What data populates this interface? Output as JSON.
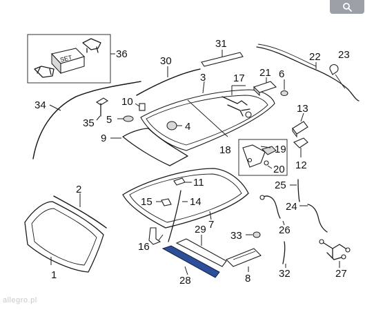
{
  "callouts": {
    "c1": "1",
    "c2": "2",
    "c3": "3",
    "c4": "4",
    "c5": "5",
    "c6": "6",
    "c7": "7",
    "c8": "8",
    "c9": "9",
    "c10": "10",
    "c11": "11",
    "c12": "12",
    "c13": "13",
    "c14": "14",
    "c15": "15",
    "c16": "16",
    "c17": "17",
    "c18": "18",
    "c19": "19",
    "c20": "20",
    "c21": "21",
    "c22": "22",
    "c23": "23",
    "c24": "24",
    "c25": "25",
    "c26": "26",
    "c27": "27",
    "c28": "28",
    "c29": "29",
    "c30": "30",
    "c31": "31",
    "c32": "32",
    "c33": "33",
    "c34": "34",
    "c35": "35",
    "c36": "36"
  },
  "set_box": {
    "label": "SET"
  },
  "watermark": "allegro.pl",
  "colors": {
    "highlight": "#2d4f9a",
    "badge": "#9aa0a6",
    "line": "#1a1a1a"
  },
  "icons": {
    "corner_badge": "magnifier-icon"
  }
}
